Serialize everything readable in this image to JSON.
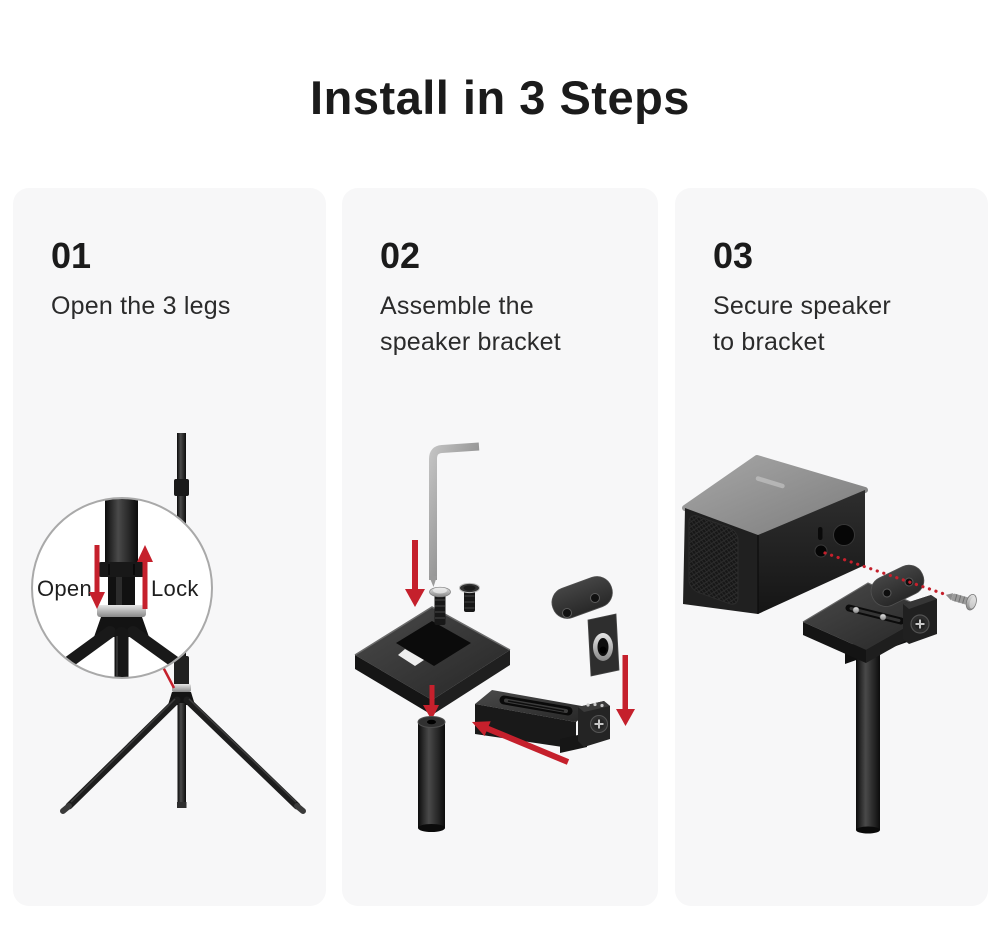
{
  "page": {
    "title": "Install in 3 Steps"
  },
  "steps": [
    {
      "number": "01",
      "caption_line1": "Open the 3 legs",
      "caption_line2": ""
    },
    {
      "number": "02",
      "caption_line1": "Assemble the",
      "caption_line2": "speaker bracket"
    },
    {
      "number": "03",
      "caption_line1": "Secure speaker",
      "caption_line2": "to bracket"
    }
  ],
  "tripod_inset": {
    "open_label": "Open",
    "lock_label": "Lock"
  },
  "colors": {
    "accent_red": "#c5202c",
    "panel_bg": "#f7f7f8",
    "text_primary": "#1b1b1b",
    "text_secondary": "#2b2b2b"
  }
}
